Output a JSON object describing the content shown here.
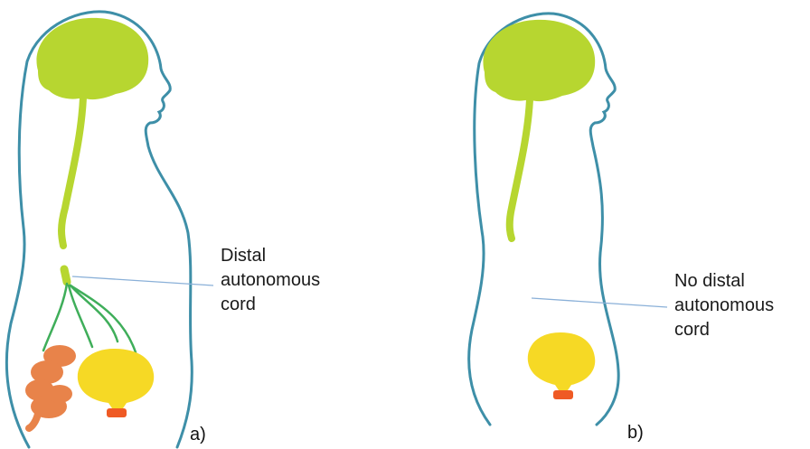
{
  "panels": [
    {
      "tag": "a)",
      "label_lines": [
        "Distal",
        "autonomous",
        "cord"
      ]
    },
    {
      "tag": "b)",
      "label_lines": [
        "No distal",
        "autonomous",
        "cord"
      ]
    }
  ],
  "colors": {
    "outline": "#3e8fa8",
    "neural": "#b7d630",
    "nerves": "#3fae5a",
    "bladder": "#f6d925",
    "colon": "#e8834a",
    "sphincter": "#ef5a24",
    "pointer": "#8ab0d8"
  }
}
